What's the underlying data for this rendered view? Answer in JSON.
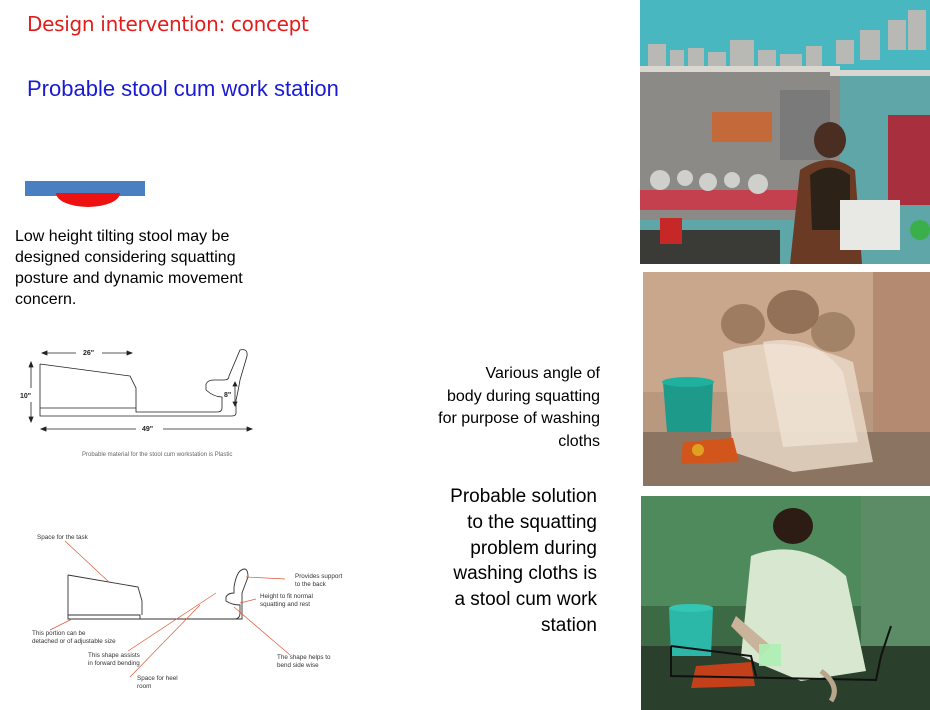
{
  "slide": {
    "title": "Design intervention: concept",
    "subtitle": "Probable stool cum work station"
  },
  "stool_concept": {
    "description": "Low height tilting stool may be designed considering squatting posture and dynamic movement concern."
  },
  "side_view": {
    "dim_top": "26\"",
    "dim_height": "10\"",
    "dim_back": "8\"",
    "dim_length": "49\"",
    "material_note": "Probable material for the stool cum workstation is Plastic"
  },
  "annotations": {
    "task_space": "Space for the task",
    "detachable_1": "This portion can be",
    "detachable_2": "detached or of adjustable size",
    "forward_1": "This shape assists",
    "forward_2": "in forward bending",
    "heel_1": "Space for heel",
    "heel_2": "room",
    "height_1": "Height to fit normal",
    "height_2": "squatting and rest",
    "support_1": "Provides support",
    "support_2": "to the back",
    "bend_1": "The shape helps to",
    "bend_2": "bend side wise"
  },
  "captions": {
    "angles": [
      "Various angle of",
      "body during squatting",
      "for purpose of washing",
      "cloths"
    ],
    "solution": [
      "Probable solution",
      "to the squatting",
      "problem during",
      "washing cloths is",
      "a stool cum work",
      "station"
    ]
  },
  "colors": {
    "title": "#e31c1c",
    "subtitle": "#1a1ad6",
    "stool_seat": "#4a7fc1",
    "stool_base": "#ee1111"
  }
}
